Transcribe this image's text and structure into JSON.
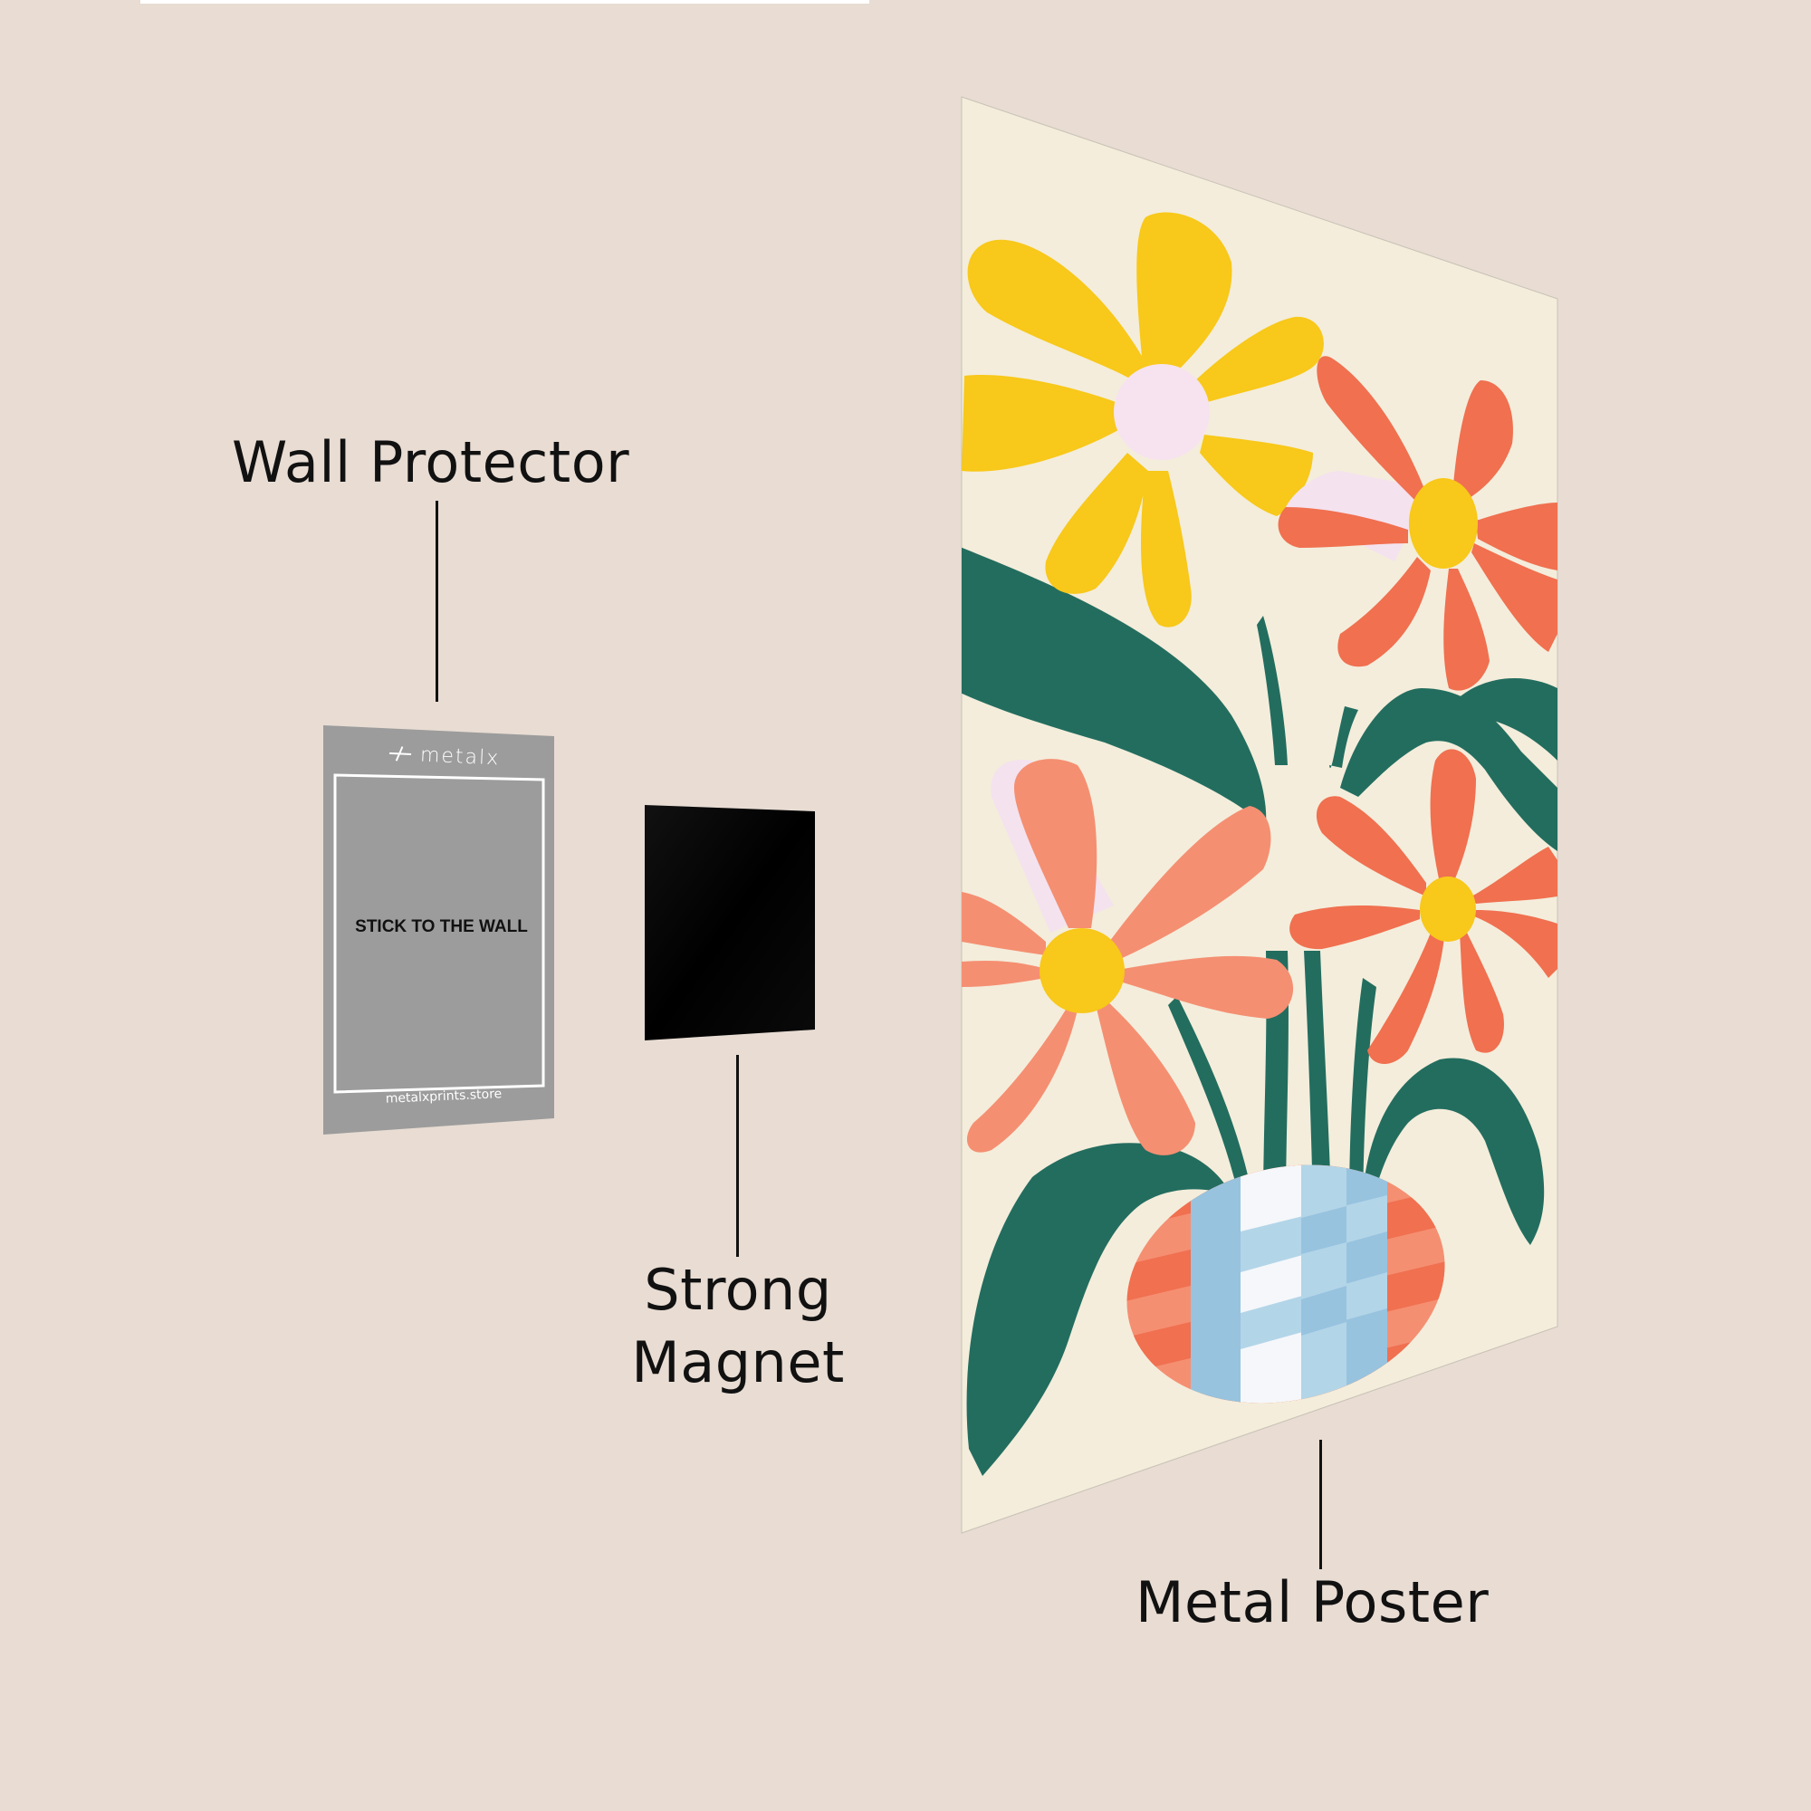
{
  "labels": {
    "wall_protector": "Wall Protector",
    "strong_magnet_line1": "Strong",
    "strong_magnet_line2": "Magnet",
    "metal_poster": "Metal Poster"
  },
  "wall_protector_card": {
    "brand": "metalx",
    "instruction": "STICK TO THE WALL",
    "website": "metalxprints.store"
  },
  "icons": {
    "brand_logo": "metalx-logo-icon"
  },
  "colors": {
    "background": "#E8DCD3",
    "protector_gray": "#9C9C9C",
    "magnet_black": "#050505",
    "poster_cream": "#F4EDDB",
    "leaf_green": "#236D5F",
    "yellow": "#F8C81A",
    "orange": "#F07050",
    "salmon": "#F58F72",
    "lavender": "#F4E2EF",
    "vase_blue": "#97C3DF",
    "vase_light_blue": "#B3D5E8",
    "vase_white": "#F5F7FA",
    "text": "#111111"
  }
}
